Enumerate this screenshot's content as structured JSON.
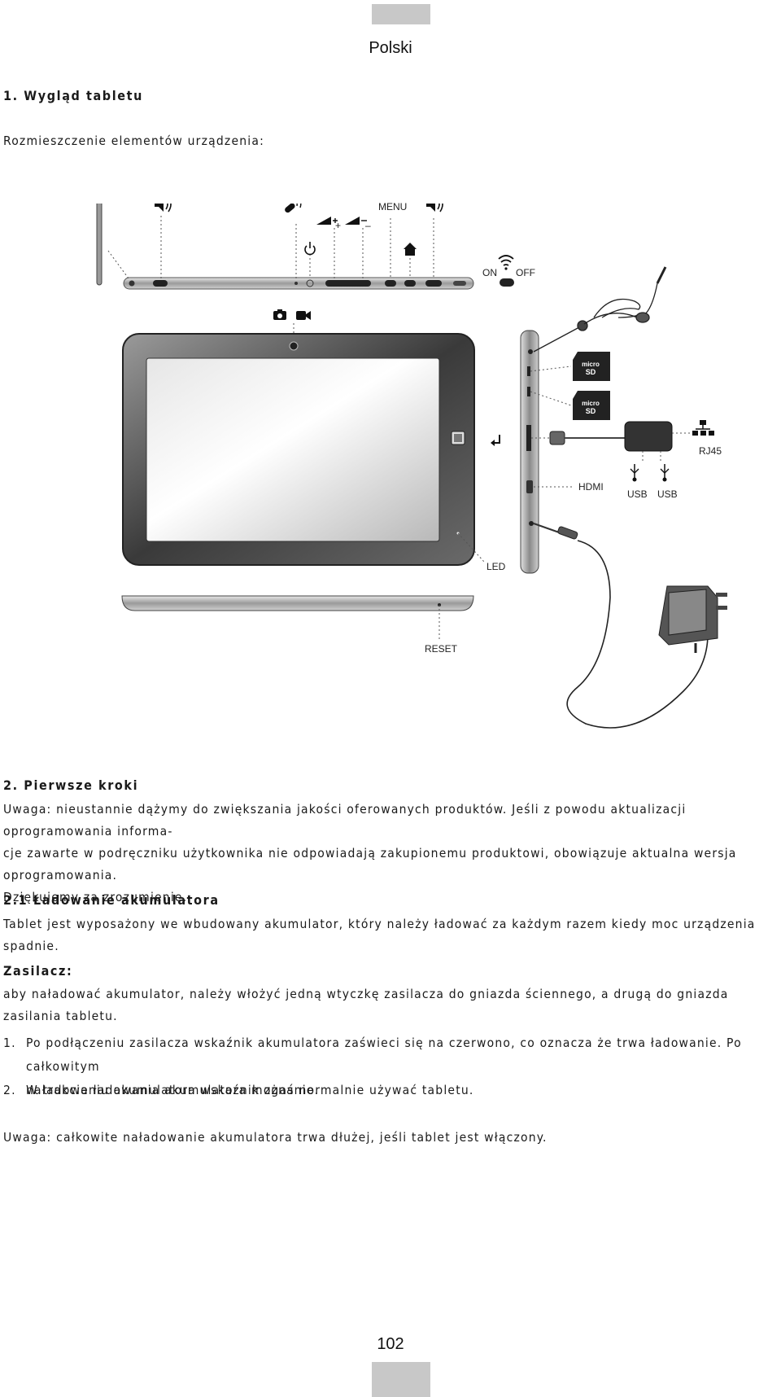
{
  "page": {
    "language": "Polski",
    "page_number": "102"
  },
  "section1": {
    "heading": "1. Wygląd tabletu",
    "intro": "Rozmieszczenie elementów urządzenia:"
  },
  "diagram": {
    "labels": {
      "menu": "MENU",
      "on": "ON",
      "off": "OFF",
      "rj45": "RJ45",
      "hdmi": "HDMI",
      "usb1": "USB",
      "usb2": "USB",
      "led": "LED",
      "reset": "RESET",
      "plus": "+",
      "minus": "–"
    },
    "microsd_logo": "micro SD",
    "icons": [
      "speaker-icon",
      "microphone-icon",
      "volume-up-icon",
      "volume-down-icon",
      "power-icon",
      "home-icon",
      "wifi-icon",
      "camera-icon",
      "video-camera-icon",
      "back-icon",
      "ethernet-icon",
      "usb-icon"
    ]
  },
  "section2": {
    "heading": "2. Pierwsze kroki",
    "note_line1": "Uwaga: nieustannie dążymy do zwiększania jakości oferowanych produktów. Jeśli z powodu aktualizacji oprogramowania informa-",
    "note_line2": "cje zawarte w podręczniku użytkownika nie odpowiadają zakupionemu produktowi, obowiązuje aktualna wersja oprogramowania.",
    "note_line3": "Dziękujemy za zrozumienie."
  },
  "section21": {
    "heading": "2.1 Ładowanie akumulatora",
    "text": "Tablet jest wyposażony we wbudowany akumulator, który należy ładować za każdym razem kiedy moc urządzenia spadnie."
  },
  "charger": {
    "heading": "Zasilacz:",
    "text": "aby naładować akumulator, należy włożyć jedną wtyczkę zasilacza do gniazda ściennego, a drugą do gniazda zasilania tabletu.",
    "steps": [
      {
        "num": "1.",
        "line1": "Po podłączeniu zasilacza wskaźnik akumulatora zaświeci się na czerwono, co oznacza że trwa ładowanie. Po całkowitym",
        "line2": "naładowaniu akumulatora wskaźnik zgaśnie."
      },
      {
        "num": "2.",
        "line1": "W trakcie ładowania akumulatora można normalnie używać tabletu."
      }
    ],
    "final_note": "Uwaga: całkowite naładowanie akumulatora trwa dłużej, jeśli tablet jest włączony."
  }
}
